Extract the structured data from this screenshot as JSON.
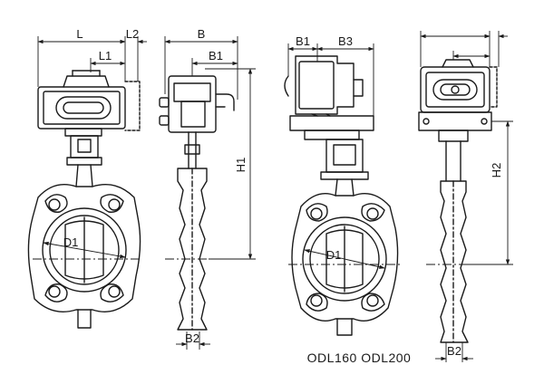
{
  "drawing": {
    "stroke_color": "#1a1a1a",
    "background": "#ffffff",
    "model_caption": "ODL160  ODL200"
  },
  "labels": {
    "view1": {
      "l": "L",
      "l1": "L1",
      "l2": "L2",
      "d1": "D1"
    },
    "view2": {
      "b": "B",
      "b1": "B1",
      "h1": "H1",
      "b2": "B2"
    },
    "view3": {
      "b1": "B1",
      "b3": "B3",
      "d1": "D1"
    },
    "view4": {
      "h2": "H2",
      "b2": "B2"
    }
  }
}
